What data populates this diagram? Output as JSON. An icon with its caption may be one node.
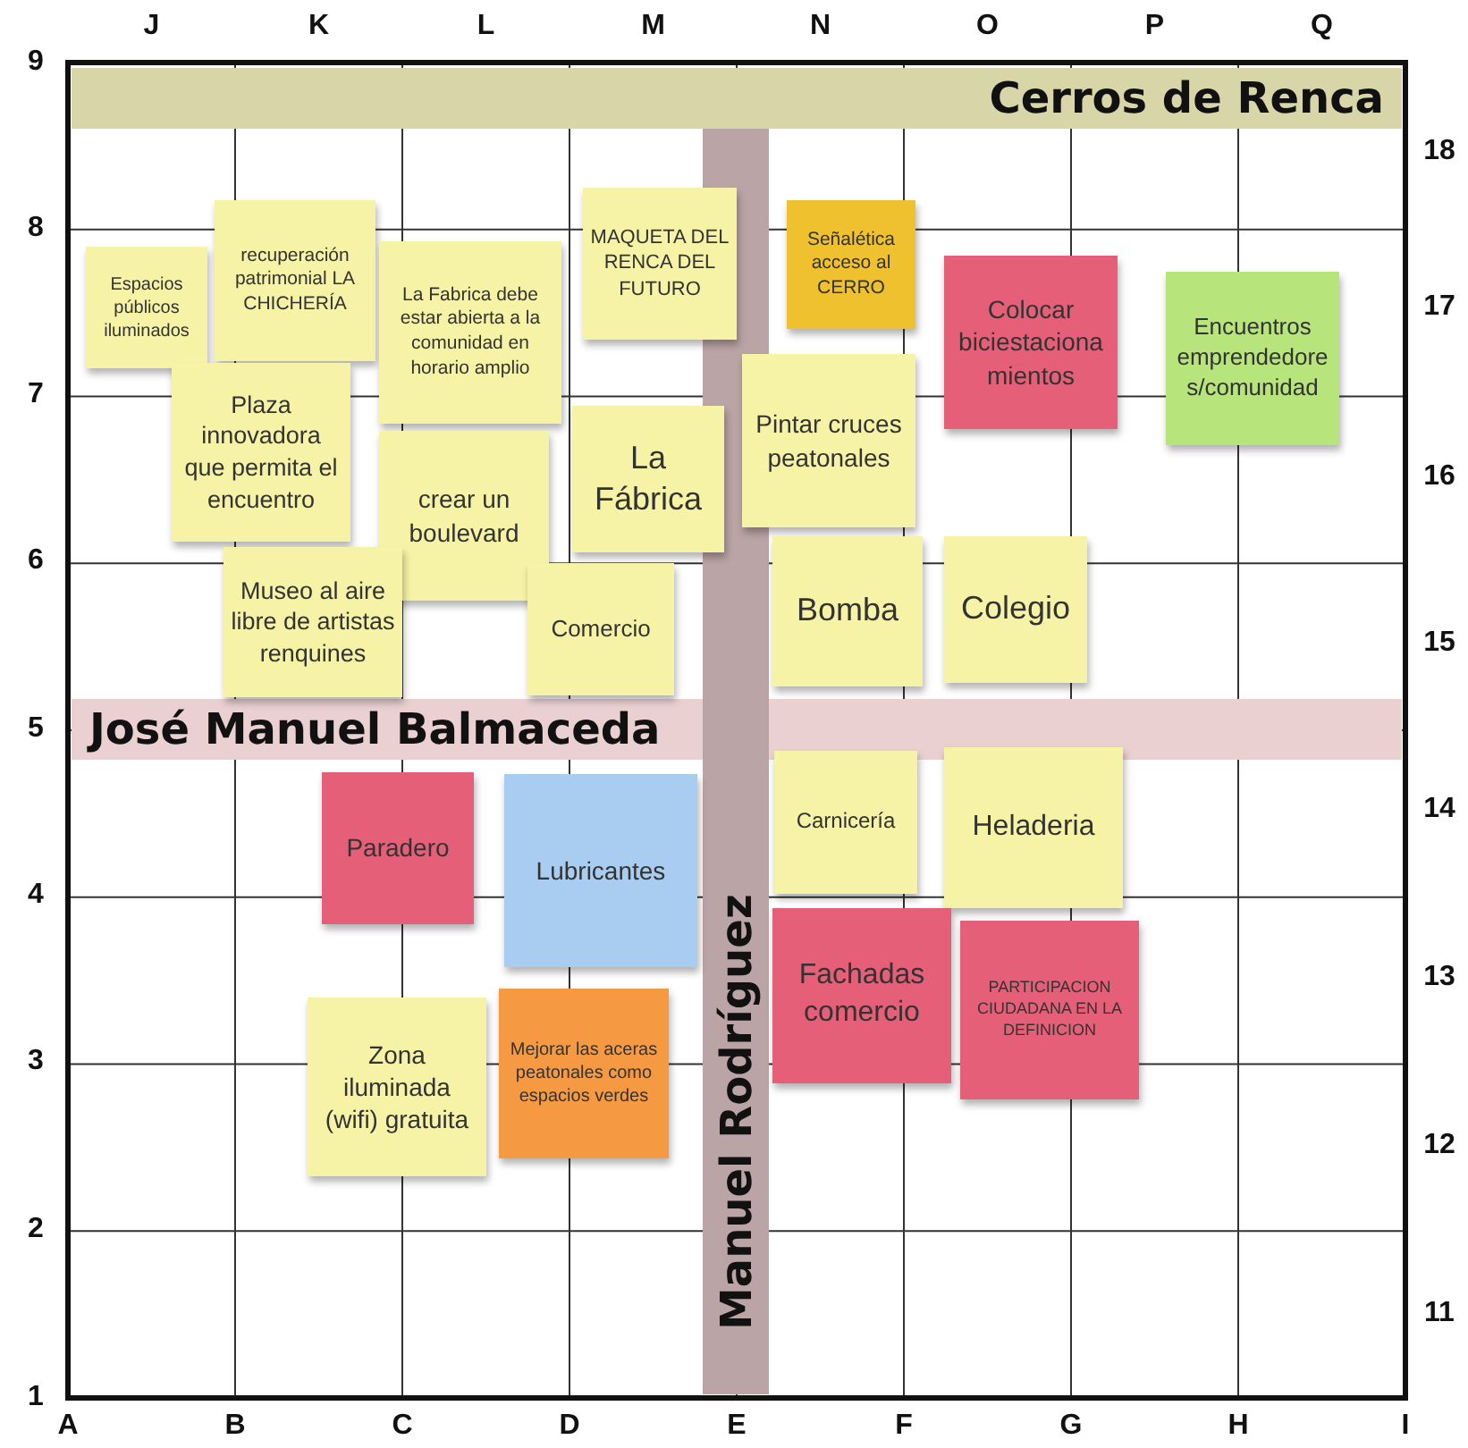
{
  "diagram": {
    "nodes": [
      {
        "text": [
          "Cerros de Renca"
        ]
      },
      {
        "text": [
          "José Manuel Balmaceda"
        ]
      },
      {
        "text": [
          "Manuel Rodríguez"
        ]
      },
      {
        "text": [
          "Espacios públicos iluminados"
        ]
      },
      {
        "text": [
          "recuperación patrimonial LA CHICHERÍA"
        ]
      },
      {
        "text": [
          "MAQUETA DEL RENCA DEL FUTURO"
        ]
      },
      {
        "text": [
          "Señalética acceso al CERRO"
        ]
      },
      {
        "text": [
          "La Fabrica debe estar abierta a la comunidad en horario amplio"
        ]
      },
      {
        "text": [
          "Colocar biciestacionamientos"
        ]
      },
      {
        "text": [
          "Encuentros emprendedores/comunidad"
        ]
      },
      {
        "text": [
          "Plaza innovadora que permita el encuentro"
        ]
      },
      {
        "text": [
          "Pintar cruces peatonales"
        ]
      },
      {
        "text": [
          "La Fábrica"
        ]
      },
      {
        "text": [
          "crear un boulevard"
        ]
      },
      {
        "text": [
          "Bomba"
        ]
      },
      {
        "text": [
          "Colegio"
        ]
      },
      {
        "text": [
          "Museo al aire libre de artistas renquines"
        ]
      },
      {
        "text": [
          "Comercio"
        ]
      },
      {
        "text": [
          "Carnicería"
        ]
      },
      {
        "text": [
          "Heladeria"
        ]
      },
      {
        "text": [
          "Paradero"
        ]
      },
      {
        "text": [
          "Lubricantes"
        ]
      },
      {
        "text": [
          "Fachadas comercio"
        ]
      },
      {
        "text": [
          "PARTICIPACION CIUDADANA EN LA DEFINICION"
        ]
      },
      {
        "text": [
          "Zona iluminada (wifi) gratuita"
        ]
      },
      {
        "text": [
          "Mejorar las aceras peatonales como espacios verdes"
        ]
      }
    ],
    "labels": [
      "J",
      "K",
      "L",
      "M",
      "N",
      "O",
      "P",
      "Q",
      "9",
      "18",
      "8",
      "17",
      "7",
      "16",
      "6",
      "15",
      "5",
      "14",
      "4",
      "13",
      "3",
      "12",
      "2",
      "11",
      "1",
      "A",
      "B",
      "C",
      "D",
      "E",
      "F",
      "G",
      "H",
      "I"
    ]
  }
}
